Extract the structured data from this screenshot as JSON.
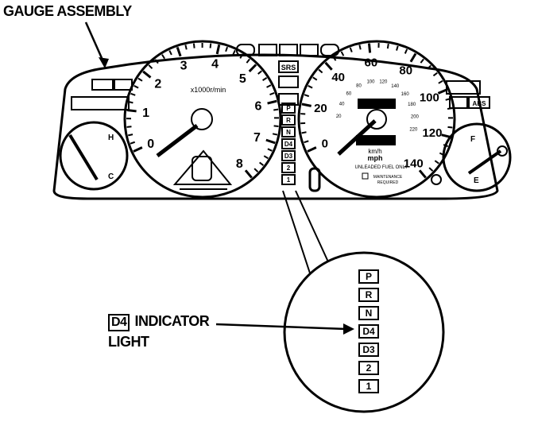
{
  "labels": {
    "assembly": "GAUGE ASSEMBLY",
    "indicator_badge": "D4",
    "indicator_line1": "INDICATOR",
    "indicator_line2": "LIGHT"
  },
  "tachometer": {
    "ticks": [
      "0",
      "1",
      "2",
      "3",
      "4",
      "5",
      "6",
      "7",
      "8"
    ],
    "unit": "x1000r/min"
  },
  "speedometer": {
    "ticks": [
      "0",
      "20",
      "40",
      "60",
      "80",
      "100",
      "120",
      "140"
    ],
    "inner_ticks": [
      "20",
      "40",
      "60",
      "80",
      "100",
      "120",
      "140",
      "160",
      "180",
      "200",
      "220"
    ],
    "unit_top": "km/h",
    "unit_bottom": "mph",
    "fuel_note": "UNLEADED FUEL ONLY",
    "maint_note_1": "MAINTENANCE",
    "maint_note_2": "REQUIRED"
  },
  "temp_gauge": {
    "mark_top": "H",
    "mark_bottom": "C"
  },
  "fuel_gauge": {
    "mark_top": "F",
    "mark_bottom": "E"
  },
  "warning_lights": {
    "srs": "SRS",
    "abs": "ABS"
  },
  "shift_panel": [
    "P",
    "R",
    "N",
    "D4",
    "D3",
    "2",
    "1"
  ],
  "shift_panel_small": [
    "P",
    "R",
    "N",
    "D4",
    "D3",
    "2",
    "1"
  ]
}
